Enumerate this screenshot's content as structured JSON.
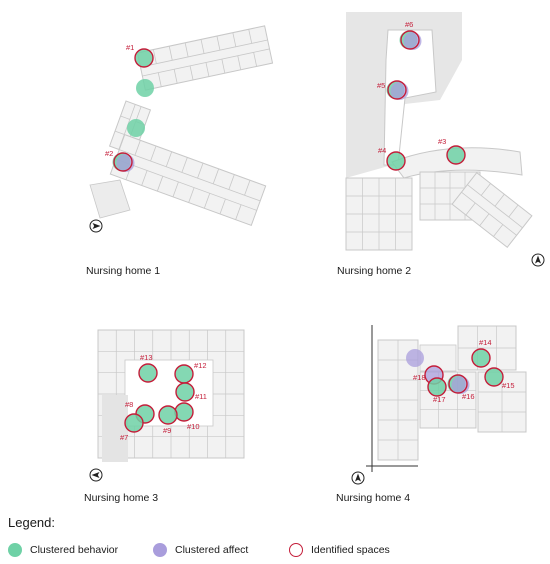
{
  "colors": {
    "behavior": "#6fd1a6",
    "affect": "#a99ddc",
    "identified": "#c41e3a",
    "plan_line": "#c8c8c8",
    "plan_fill": "#f2f2f2",
    "label": "#c41e3a"
  },
  "panels": [
    {
      "caption": "Nursing home 1",
      "north_icon": "north-arrow-right-icon",
      "spaces": [
        {
          "label": "#1",
          "behavior": true,
          "affect": false,
          "identified": true
        },
        {
          "label": "",
          "behavior": true,
          "affect": false,
          "identified": false
        },
        {
          "label": "",
          "behavior": true,
          "affect": false,
          "identified": false
        },
        {
          "label": "#2",
          "behavior": true,
          "affect": true,
          "identified": true
        }
      ]
    },
    {
      "caption": "Nursing home 2",
      "north_icon": "north-arrow-up-icon",
      "spaces": [
        {
          "label": "#6",
          "behavior": true,
          "affect": true,
          "identified": true
        },
        {
          "label": "#5",
          "behavior": true,
          "affect": true,
          "identified": true
        },
        {
          "label": "#4",
          "behavior": true,
          "affect": false,
          "identified": true
        },
        {
          "label": "#3",
          "behavior": true,
          "affect": false,
          "identified": true
        }
      ]
    },
    {
      "caption": "Nursing home 3",
      "north_icon": "north-arrow-left-icon",
      "spaces": [
        {
          "label": "#13",
          "behavior": true,
          "affect": false,
          "identified": true
        },
        {
          "label": "#12",
          "behavior": true,
          "affect": false,
          "identified": true
        },
        {
          "label": "#11",
          "behavior": true,
          "affect": false,
          "identified": true
        },
        {
          "label": "#10",
          "behavior": true,
          "affect": false,
          "identified": true
        },
        {
          "label": "#9",
          "behavior": true,
          "affect": false,
          "identified": true
        },
        {
          "label": "#8",
          "behavior": true,
          "affect": false,
          "identified": true
        },
        {
          "label": "#7",
          "behavior": true,
          "affect": false,
          "identified": true
        }
      ]
    },
    {
      "caption": "Nursing home 4",
      "north_icon": "north-arrow-up-icon",
      "spaces": [
        {
          "label": "",
          "behavior": false,
          "affect": true,
          "identified": false
        },
        {
          "label": "#14",
          "behavior": true,
          "affect": false,
          "identified": true
        },
        {
          "label": "#18",
          "behavior": false,
          "affect": true,
          "identified": true
        },
        {
          "label": "#17",
          "behavior": true,
          "affect": false,
          "identified": true
        },
        {
          "label": "#16",
          "behavior": true,
          "affect": true,
          "identified": true
        },
        {
          "label": "#15",
          "behavior": true,
          "affect": false,
          "identified": true
        }
      ]
    }
  ],
  "legend": {
    "title": "Legend:",
    "items": [
      {
        "label": "Clustered behavior",
        "key": "behavior"
      },
      {
        "label": "Clustered affect",
        "key": "affect"
      },
      {
        "label": "Identified spaces",
        "key": "identified"
      }
    ]
  }
}
